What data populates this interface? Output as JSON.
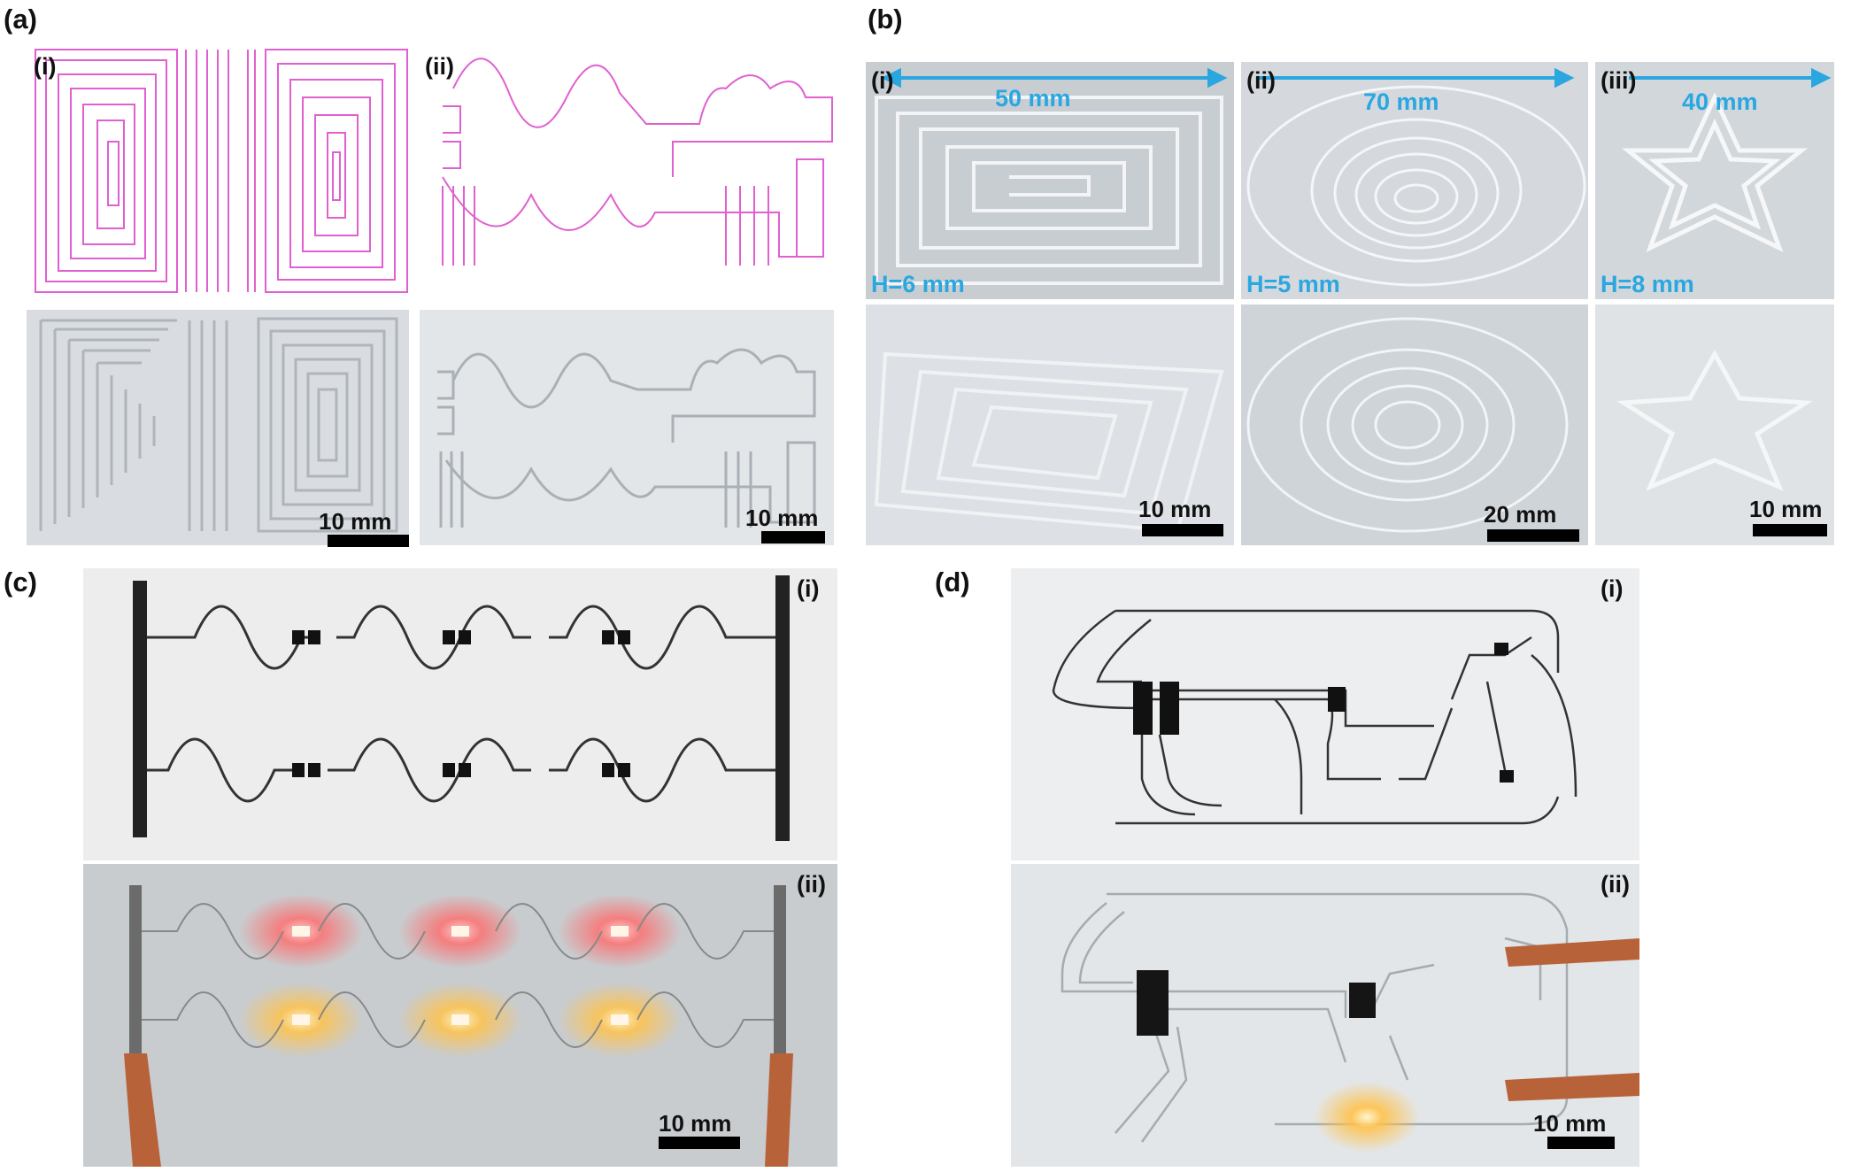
{
  "panels": {
    "a": {
      "label": "(a)",
      "sub": [
        {
          "label": "(i)",
          "scale_bar": "10 mm"
        },
        {
          "label": "(ii)",
          "scale_bar": "10 mm"
        }
      ]
    },
    "b": {
      "label": "(b)",
      "sub": [
        {
          "label": "(i)",
          "width": "50 mm",
          "height": "H=6 mm",
          "scale_bar": "10 mm"
        },
        {
          "label": "(ii)",
          "width": "70 mm",
          "height": "H=5 mm",
          "scale_bar": "20 mm"
        },
        {
          "label": "(iii)",
          "width": "40 mm",
          "height": "H=8 mm",
          "scale_bar": "10 mm"
        }
      ]
    },
    "c": {
      "label": "(c)",
      "sub": [
        {
          "label": "(i)"
        },
        {
          "label": "(ii)"
        }
      ],
      "scale_bar": "10 mm"
    },
    "d": {
      "label": "(d)",
      "sub": [
        {
          "label": "(i)"
        },
        {
          "label": "(ii)"
        }
      ],
      "scale_bar": "10 mm"
    }
  },
  "colors": {
    "design_lines": "#e060d0",
    "dimension": "#2aa7e0",
    "led_red": "#ff3b3b",
    "led_yellow": "#ffc24a",
    "copper": "#b8623a"
  }
}
